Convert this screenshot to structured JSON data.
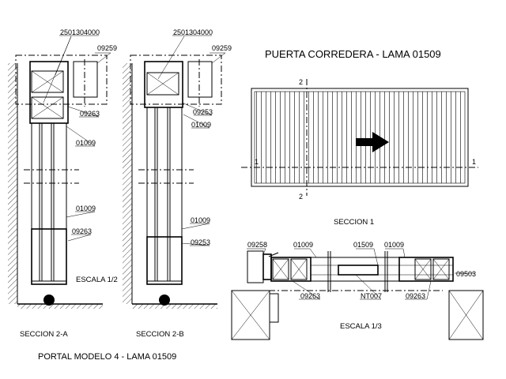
{
  "main_title": "PUERTA CORREDERA - LAMA 01509",
  "footer_title": "PORTAL MODELO 4 - LAMA 01509",
  "elevation": {
    "section_mark_1": "1",
    "section_mark_2": "2",
    "arrow": "arrow-right-icon"
  },
  "section_2a": {
    "caption": "SECCION 2-A",
    "scale": "ESCALA 1/2",
    "labels": [
      "2501304000",
      "09259",
      "09263",
      "01009",
      "01009",
      "09263"
    ]
  },
  "section_2b": {
    "caption": "SECCION 2-B",
    "labels": [
      "2501304000",
      "09259",
      "09253",
      "01009",
      "01009",
      "09253"
    ]
  },
  "section_1": {
    "caption": "SECCION 1",
    "scale": "ESCALA 1/3",
    "labels": [
      "09258",
      "01009",
      "01509",
      "01009",
      "09503",
      "09263",
      "NT007",
      "09263"
    ]
  }
}
